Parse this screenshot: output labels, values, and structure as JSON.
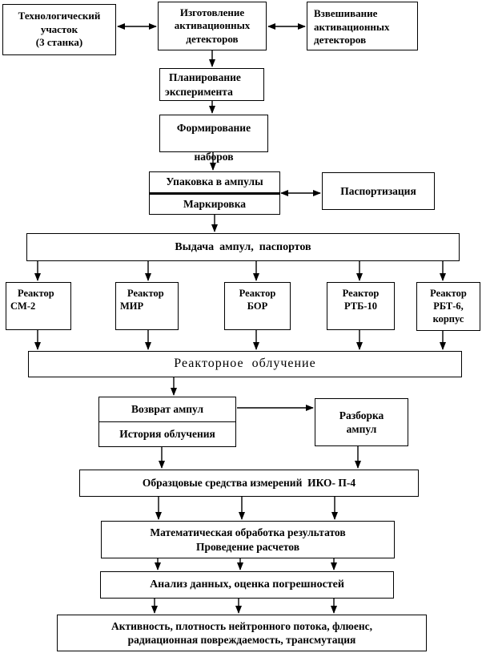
{
  "nodes": {
    "tech_area": "Технологический\nучасток\n(3 станка)",
    "manufacture": "Изготовление\nактивационных\nдетекторов",
    "weighing": "Взвешивание\nактивационных\nдетекторов",
    "planning": "Планирование\nэксперимента",
    "forming": "Формирование",
    "forming_overflow": "наборов",
    "packing": "Упаковка в ампулы",
    "marking": "Маркировка",
    "certification": "Паспортизация",
    "issue": "Выдача  ампул,  паспортов",
    "reactor_sm2": "Реактор\nСМ-2",
    "reactor_mir": "Реактор\nМИР",
    "reactor_bor": "Реактор\nБОР",
    "reactor_rtb10": "Реактор\nРТБ-10",
    "reactor_rbt6": "Реактор\nРБТ-6,\nкорпус",
    "irradiation": "Реакторное  облучение",
    "return_ampoules": "Возврат ампул",
    "history": "История облучения",
    "disassembly": "Разборка\nампул",
    "standards": "Образцовые средства измерений  ИКО- П-4",
    "math": "Математическая обработка результатов\nПроведение расчетов",
    "analysis": "Анализ данных, оценка погрешностей",
    "results": "Активность, плотность нейтронного потока, флюенс,\nрадиационная повреждаемость, трансмутация"
  },
  "colors": {
    "line": "#000000",
    "background": "#ffffff",
    "text": "#000000"
  }
}
